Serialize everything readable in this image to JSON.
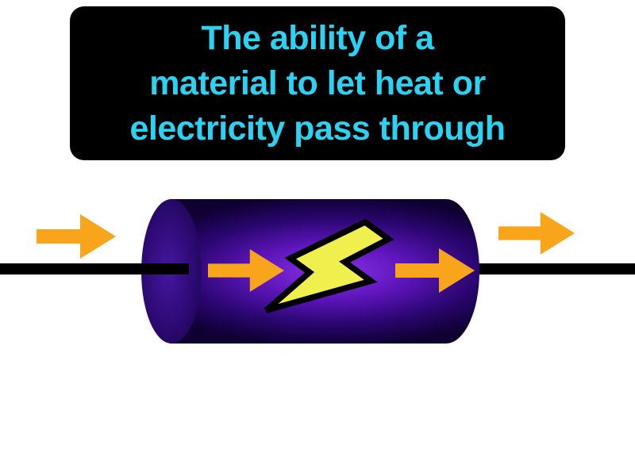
{
  "definition_card": {
    "lines": [
      "The ability of a",
      "material to let heat or",
      "electricity pass through"
    ],
    "text_color": "#2bd2f2",
    "background_color": "#000000"
  },
  "illustration": {
    "description": "conductor-cylinder-with-lightning-bolt-and-flow-arrows",
    "wire_color": "#000000",
    "arrow_color": "#f9a51b",
    "bolt_fill_color": "#eff04d",
    "bolt_outline_color": "#000000",
    "cylinder_body_color": "#5b14b8",
    "cylinder_cap_color": "#2c0a73",
    "icons": [
      "flow-arrow-outer-left-icon",
      "flow-arrow-inner-left-icon",
      "flow-arrow-inner-right-icon",
      "flow-arrow-outer-right-icon",
      "lightning-bolt-icon"
    ]
  }
}
